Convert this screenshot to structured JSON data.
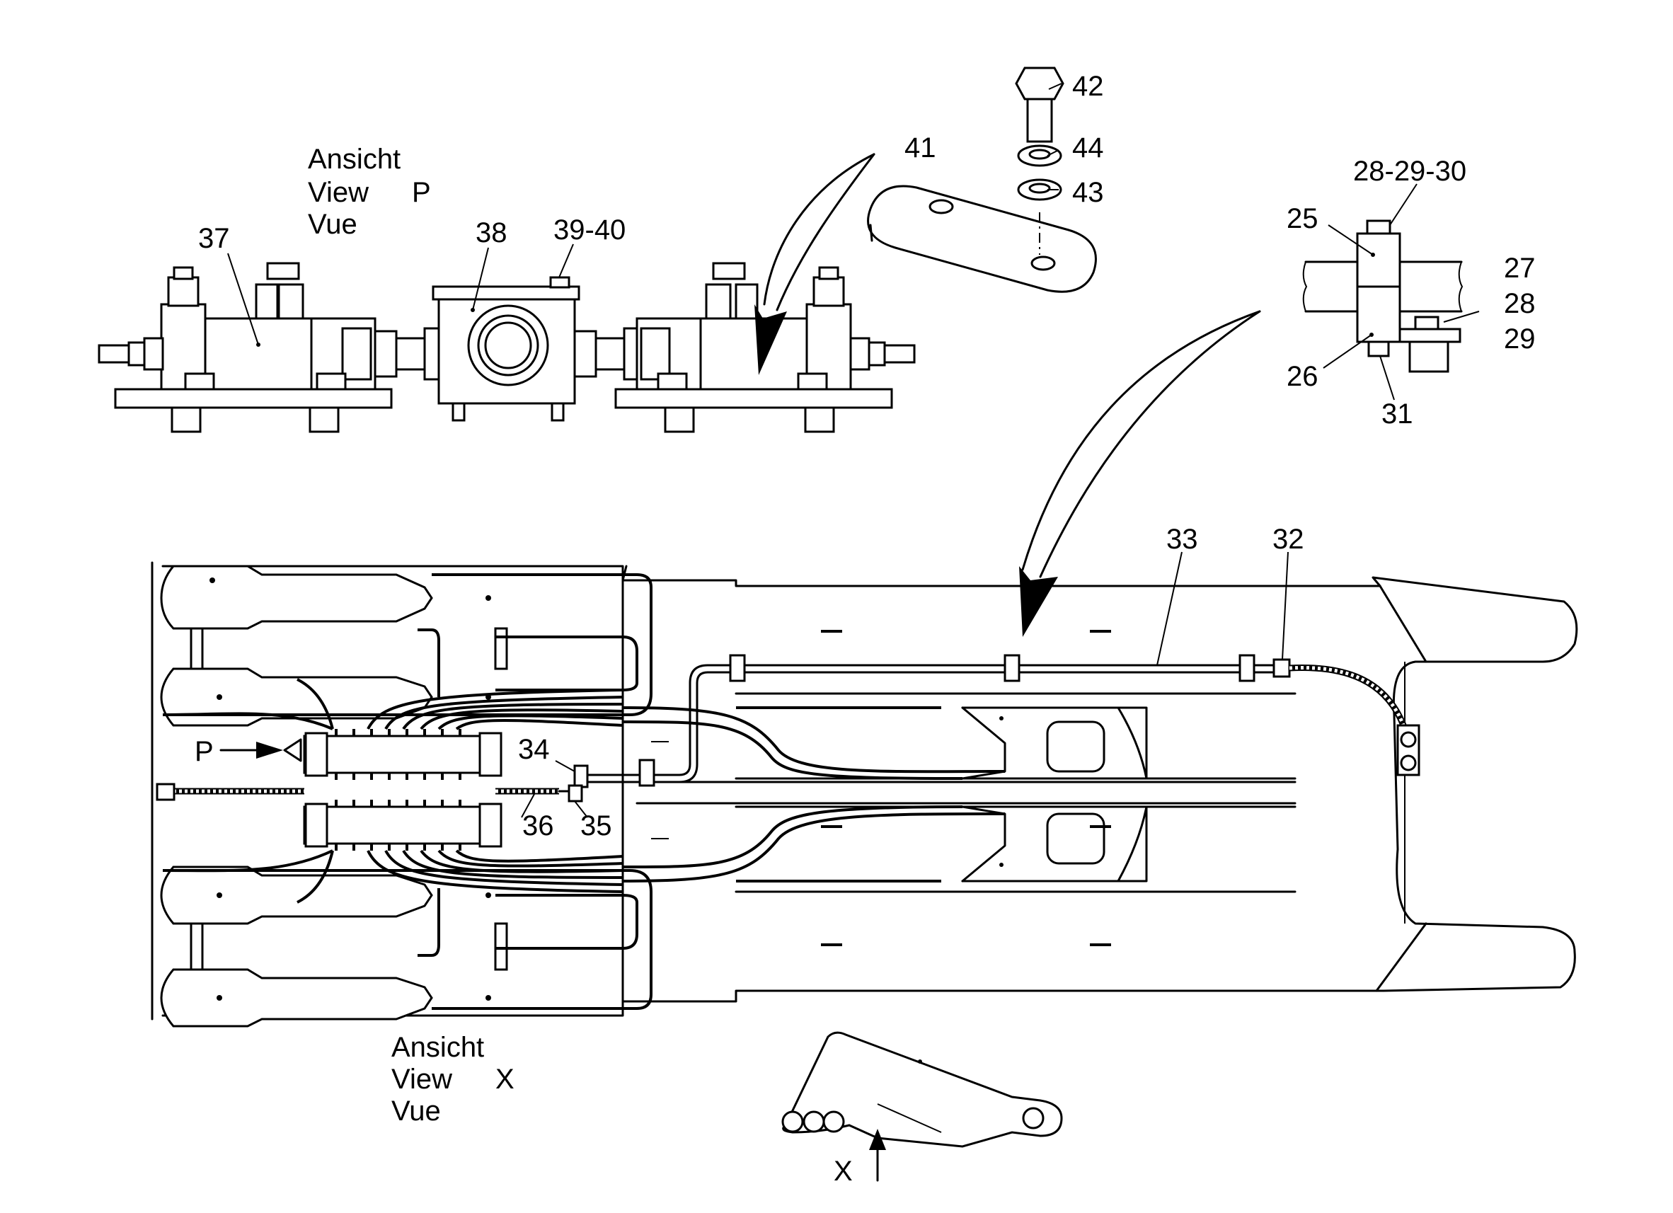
{
  "views": {
    "view_p": {
      "line1": "Ansicht",
      "line2": "View",
      "letter": "P",
      "line3": "Vue"
    },
    "view_x": {
      "line1": "Ansicht",
      "line2": "View",
      "letter": "X",
      "line3": "Vue"
    }
  },
  "arrows": {
    "p_marker": "P",
    "x_marker": "X"
  },
  "callouts": {
    "c25": "25",
    "c26": "26",
    "c27": "27",
    "c28a": "28",
    "c28_29_30": "28-29-30",
    "c29": "29",
    "c31": "31",
    "c32": "32",
    "c33": "33",
    "c34": "34",
    "c35": "35",
    "c36": "36",
    "c37": "37",
    "c38": "38",
    "c39_40": "39-40",
    "c41": "41",
    "c42": "42",
    "c43": "43",
    "c44": "44"
  }
}
